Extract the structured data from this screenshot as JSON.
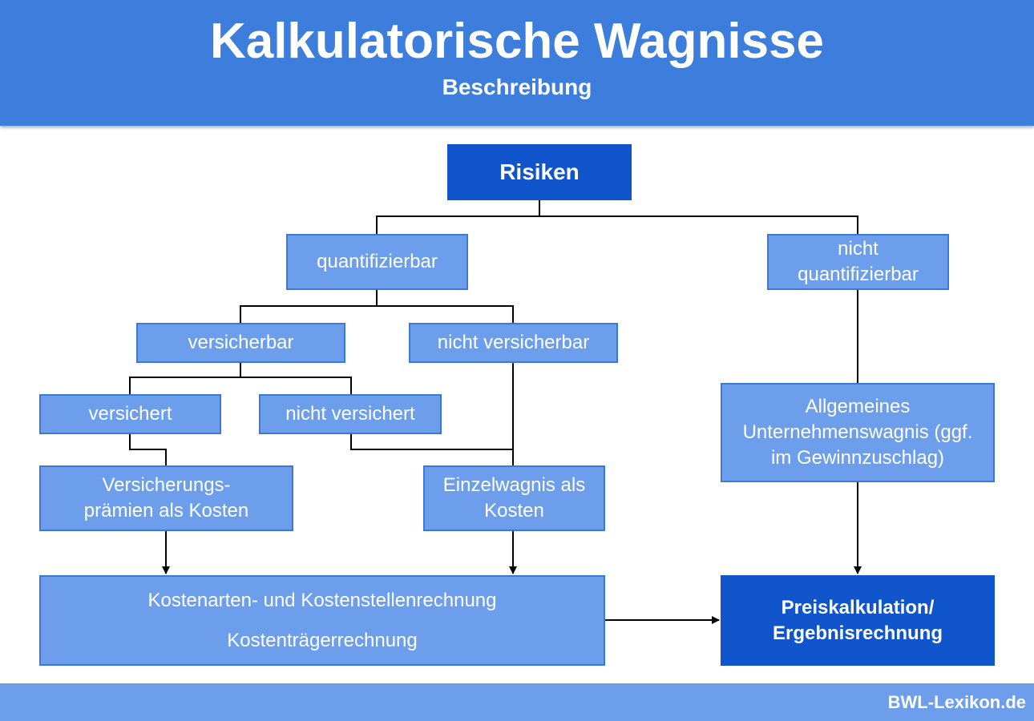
{
  "header": {
    "title": "Kalkulatorische Wagnisse",
    "subtitle": "Beschreibung"
  },
  "nodes": {
    "risiken": "Risiken",
    "quantifizierbar": "quantifizierbar",
    "nicht_quantifizierbar": [
      "nicht",
      "quantifizierbar"
    ],
    "versicherbar": "versicherbar",
    "nicht_versicherbar": "nicht versicherbar",
    "versichert": "versichert",
    "nicht_versichert": "nicht versichert",
    "versicherungspraemien": [
      "Versicherungs-",
      "prämien als Kosten"
    ],
    "einzelwagnis": [
      "Einzelwagnis als",
      "Kosten"
    ],
    "allgemeines": [
      "Allgemeines",
      "Unternehmenswagnis (ggf.",
      "im Gewinnzuschlag)"
    ],
    "kostenrechnung": [
      "Kostenarten- und Kostenstellenrechnung",
      "Kostenträgerrechnung"
    ],
    "preiskalkulation": [
      "Preiskalkulation/",
      "Ergebnisrechnung"
    ]
  },
  "footer": {
    "brand": "BWL-Lexikon.de"
  },
  "colors": {
    "header_bg": "#3d7ddc",
    "box_light": "#6d9eeb",
    "box_border": "#3c78d8",
    "box_dark": "#1155cc",
    "footer_bg": "#6d9eeb",
    "line": "#000000"
  }
}
